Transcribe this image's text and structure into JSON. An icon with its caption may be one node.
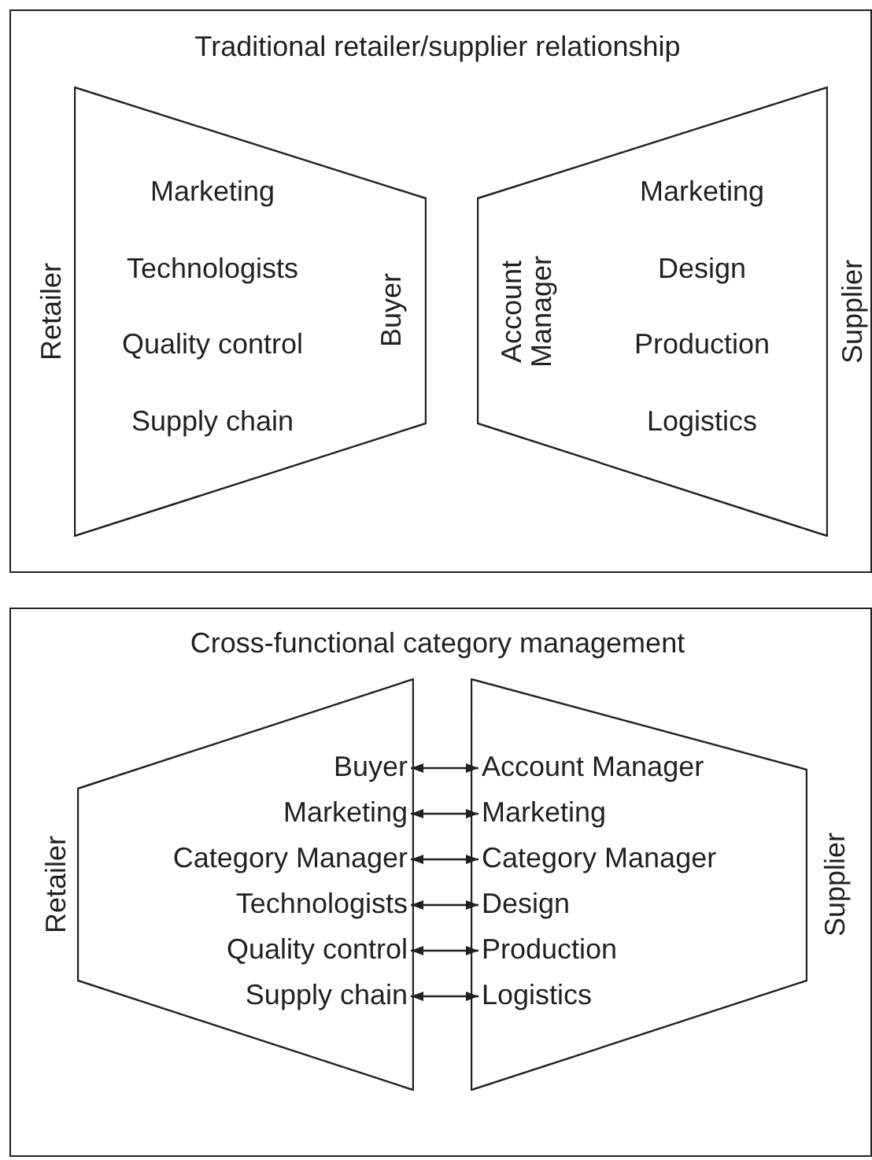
{
  "diagram": {
    "nodes": [
      {
        "text": [
          "Traditional retailer/supplier relationship"
        ]
      },
      {
        "text": [
          "Retailer",
          "Marketing",
          "Technologists",
          "Quality control",
          "Supply chain",
          "Buyer"
        ],
        "in": 0
      },
      {
        "text": [
          "Account Manager",
          "Marketing",
          "Design",
          "Production",
          "Logistics",
          "Supplier"
        ],
        "in": 0
      },
      {
        "text": [
          "Cross-functional category management"
        ]
      },
      {
        "text": [
          "Retailer"
        ],
        "in": 3
      },
      {
        "text": [
          "Supplier"
        ],
        "in": 3
      },
      {
        "text": [
          "Buyer"
        ],
        "in": 4
      },
      {
        "text": [
          "Account Manager"
        ],
        "in": 5
      },
      {
        "text": [
          "Marketing"
        ],
        "in": 4
      },
      {
        "text": [
          "Marketing"
        ],
        "in": 5
      },
      {
        "text": [
          "Category Manager"
        ],
        "in": 4
      },
      {
        "text": [
          "Category Manager"
        ],
        "in": 5
      },
      {
        "text": [
          "Technologists"
        ],
        "in": 4
      },
      {
        "text": [
          "Design"
        ],
        "in": 5
      },
      {
        "text": [
          "Quality control"
        ],
        "in": 4
      },
      {
        "text": [
          "Production"
        ],
        "in": 5
      },
      {
        "text": [
          "Supply chain"
        ],
        "in": 4
      },
      {
        "text": [
          "Logistics"
        ],
        "in": 5
      }
    ],
    "edges": [
      {
        "from": 6,
        "to": 7,
        "arrow": "both"
      },
      {
        "from": 8,
        "to": 9,
        "arrow": "both"
      },
      {
        "from": 10,
        "to": 11,
        "arrow": "both"
      },
      {
        "from": 12,
        "to": 13,
        "arrow": "both"
      },
      {
        "from": 14,
        "to": 15,
        "arrow": "both"
      },
      {
        "from": 16,
        "to": 17,
        "arrow": "both"
      }
    ]
  }
}
